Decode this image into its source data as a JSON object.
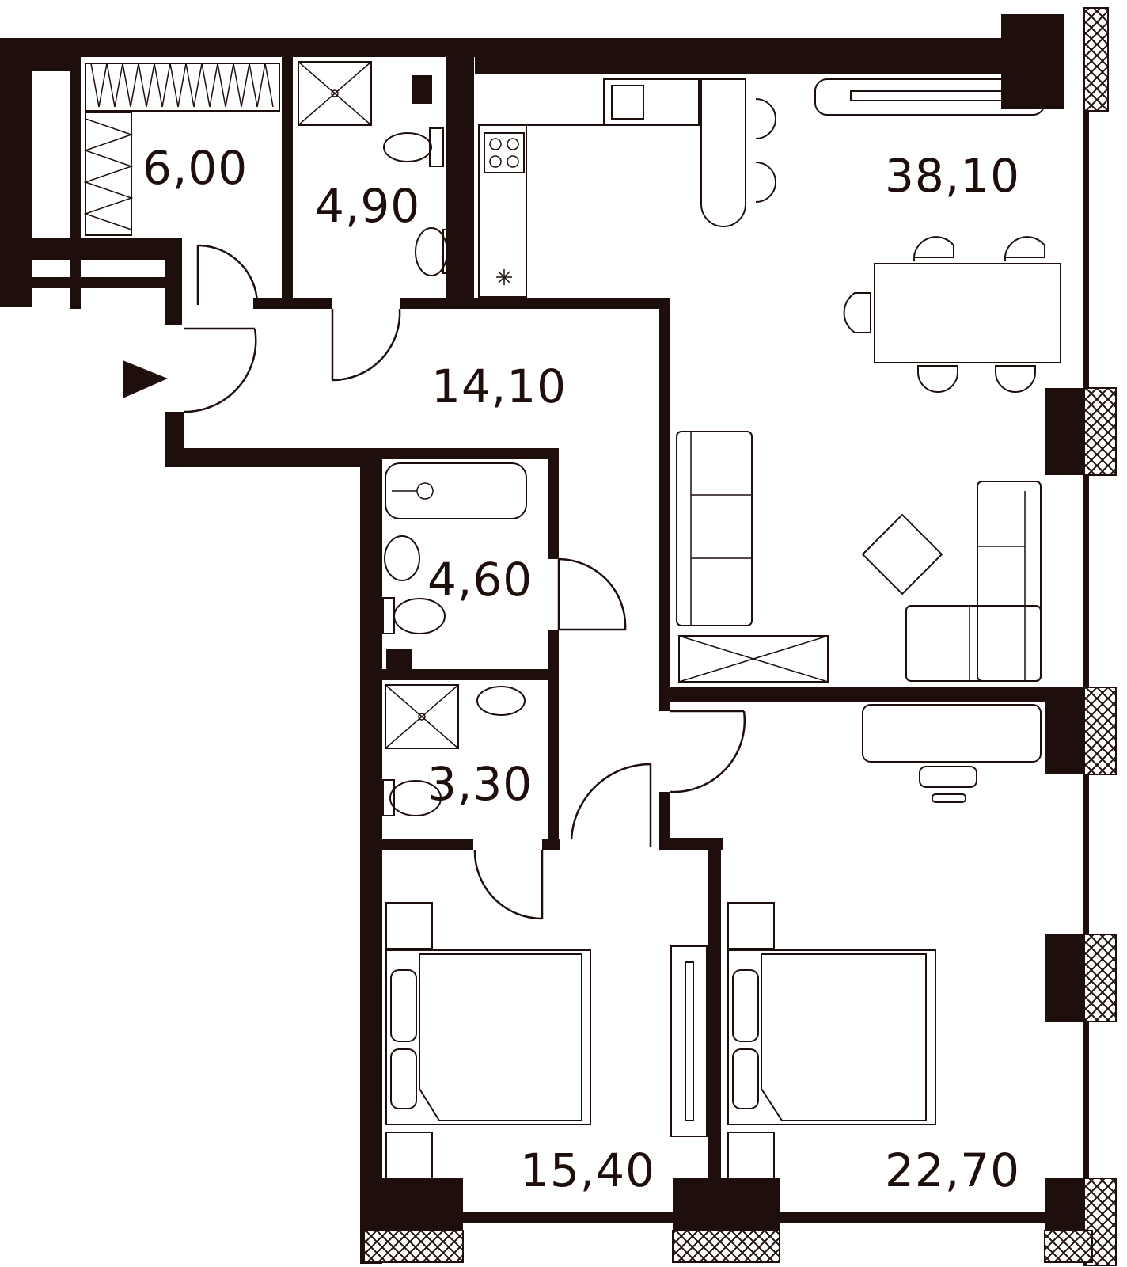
{
  "colors": {
    "wall": "#1e0f0c",
    "background": "#ffffff"
  },
  "icons": {
    "entrance": "entrance-arrow-icon"
  },
  "rooms": [
    {
      "id": "wardrobe",
      "area": "6,00"
    },
    {
      "id": "wc",
      "area": "4,90"
    },
    {
      "id": "living-kitchen",
      "area": "38,10"
    },
    {
      "id": "hall",
      "area": "14,10"
    },
    {
      "id": "bathroom",
      "area": "4,60"
    },
    {
      "id": "shower-room",
      "area": "3,30"
    },
    {
      "id": "bedroom-1",
      "area": "15,40"
    },
    {
      "id": "bedroom-2",
      "area": "22,70"
    }
  ]
}
